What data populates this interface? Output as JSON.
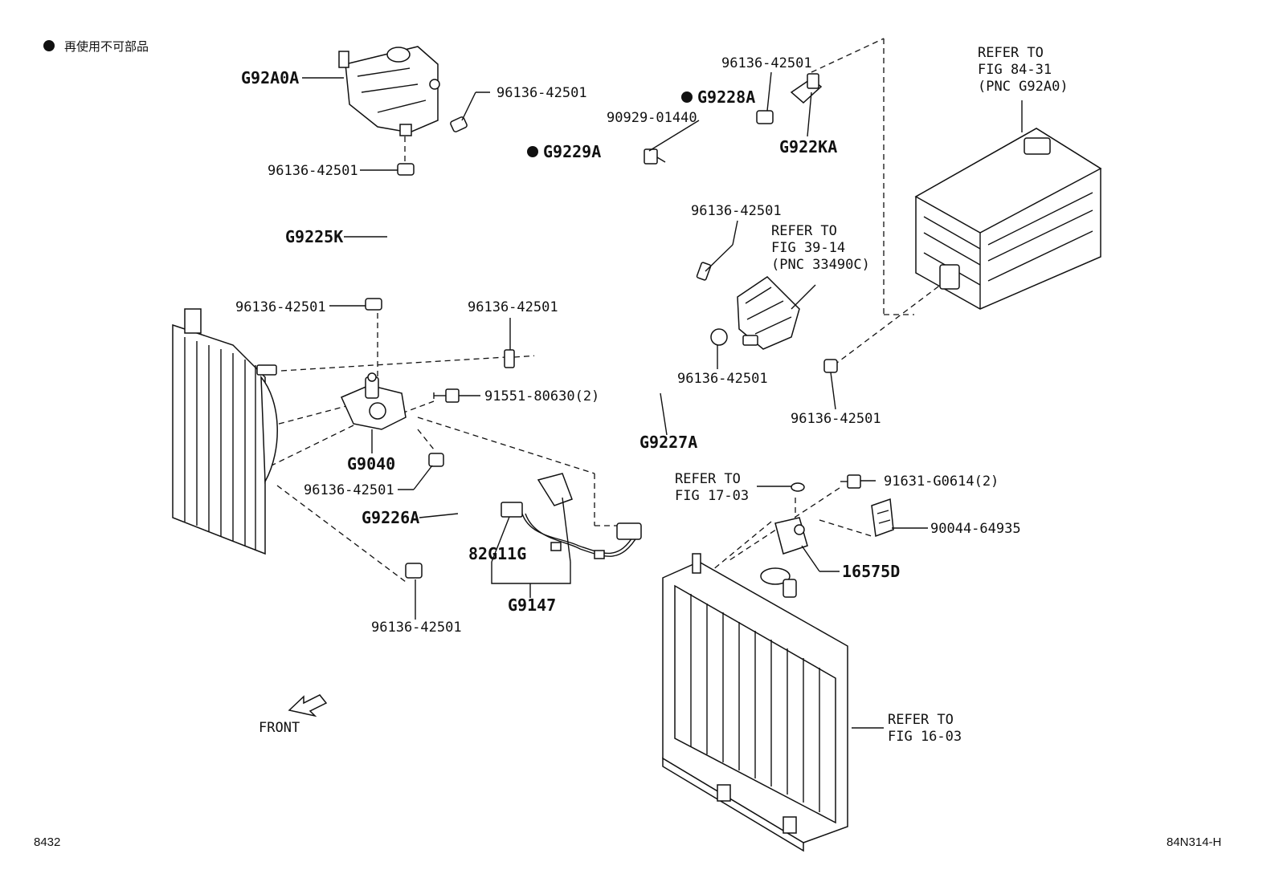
{
  "legend": {
    "symbol": "●",
    "text": "再使用不可部品"
  },
  "footer": {
    "left": "8432",
    "right": "84N314-H"
  },
  "front_label": "FRONT",
  "labels": {
    "g92a0a": "G92A0A",
    "c1": "96136-42501",
    "c2": "96136-42501",
    "g9229a": "G9229A",
    "c3": "96136-42501",
    "g9228a": "G9228A",
    "p90929": "90929-01440",
    "g922ka": "G922KA",
    "g9225k": "G9225K",
    "c4": "96136-42501",
    "c5": "96136-42501",
    "c6": "96136-42501",
    "c7": "96136-42501",
    "p91551": "91551-80630(2)",
    "g9227a": "G9227A",
    "c8": "96136-42501",
    "g9040": "G9040",
    "c9": "96136-42501",
    "g9226a": "G9226A",
    "p82g11g": "82G11G",
    "g9147": "G9147",
    "c10": "96136-42501",
    "p91631": "91631-G0614(2)",
    "p90044": "90044-64935",
    "p16575d": "16575D"
  },
  "refs": {
    "r8431": [
      "REFER TO",
      "FIG 84-31",
      "(PNC G92A0)"
    ],
    "r3914": [
      "REFER TO",
      "FIG 39-14",
      "(PNC 33490C)"
    ],
    "r1703": [
      "REFER TO",
      "FIG 17-03"
    ],
    "r1603": [
      "REFER TO",
      "FIG 16-03"
    ]
  }
}
